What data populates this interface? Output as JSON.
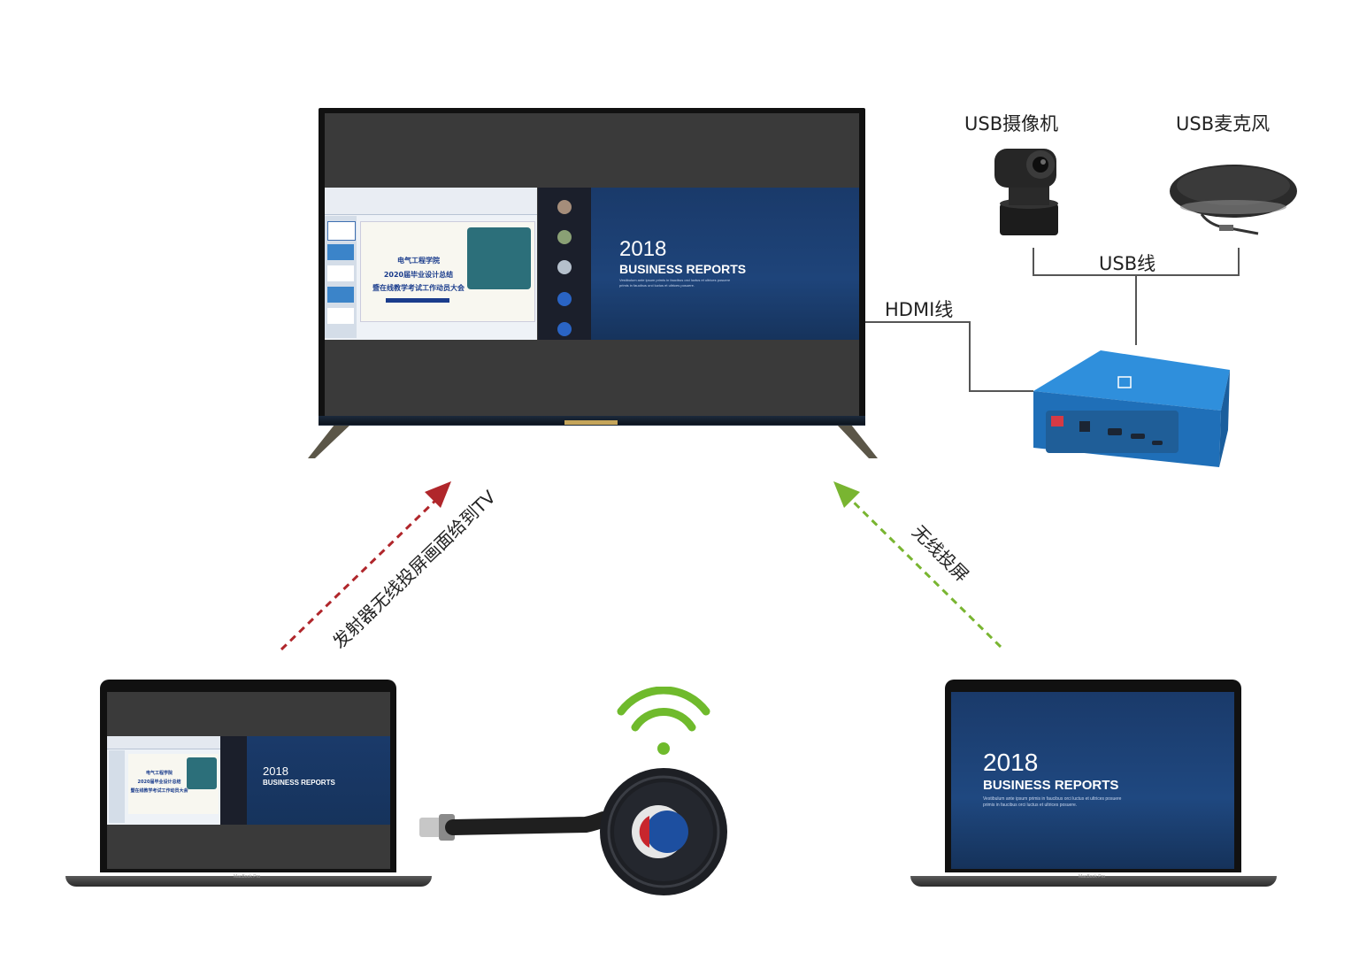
{
  "labels": {
    "usb_camera": "USB摄像机",
    "usb_mic": "USB麦克风",
    "usb_cable": "USB线",
    "hdmi_cable": "HDMI线",
    "transmitter_to_tv": "发射器无线投屏画面给到TV",
    "wireless_cast": "无线投屏"
  },
  "slide": {
    "line1": "电气工程学院",
    "line2": "2020届毕业设计总结",
    "line3": "暨在线教学考试工作动员大会"
  },
  "business_slide": {
    "year": "2018",
    "title": "BUSINESS REPORTS",
    "body1": "Vestibulum ante ipsum primis in faucibus orci luctus et ultrices posuere",
    "body2": "primis in faucibus orci luctus et ultrices posuere."
  },
  "laptop": {
    "brand": "MacBook Pro"
  },
  "colors": {
    "red_arrow": "#b0262b",
    "green_arrow": "#79b531",
    "wifi_green": "#6fba2c",
    "box_blue": "#2b86d6",
    "screen_blue": "#1e447a"
  }
}
